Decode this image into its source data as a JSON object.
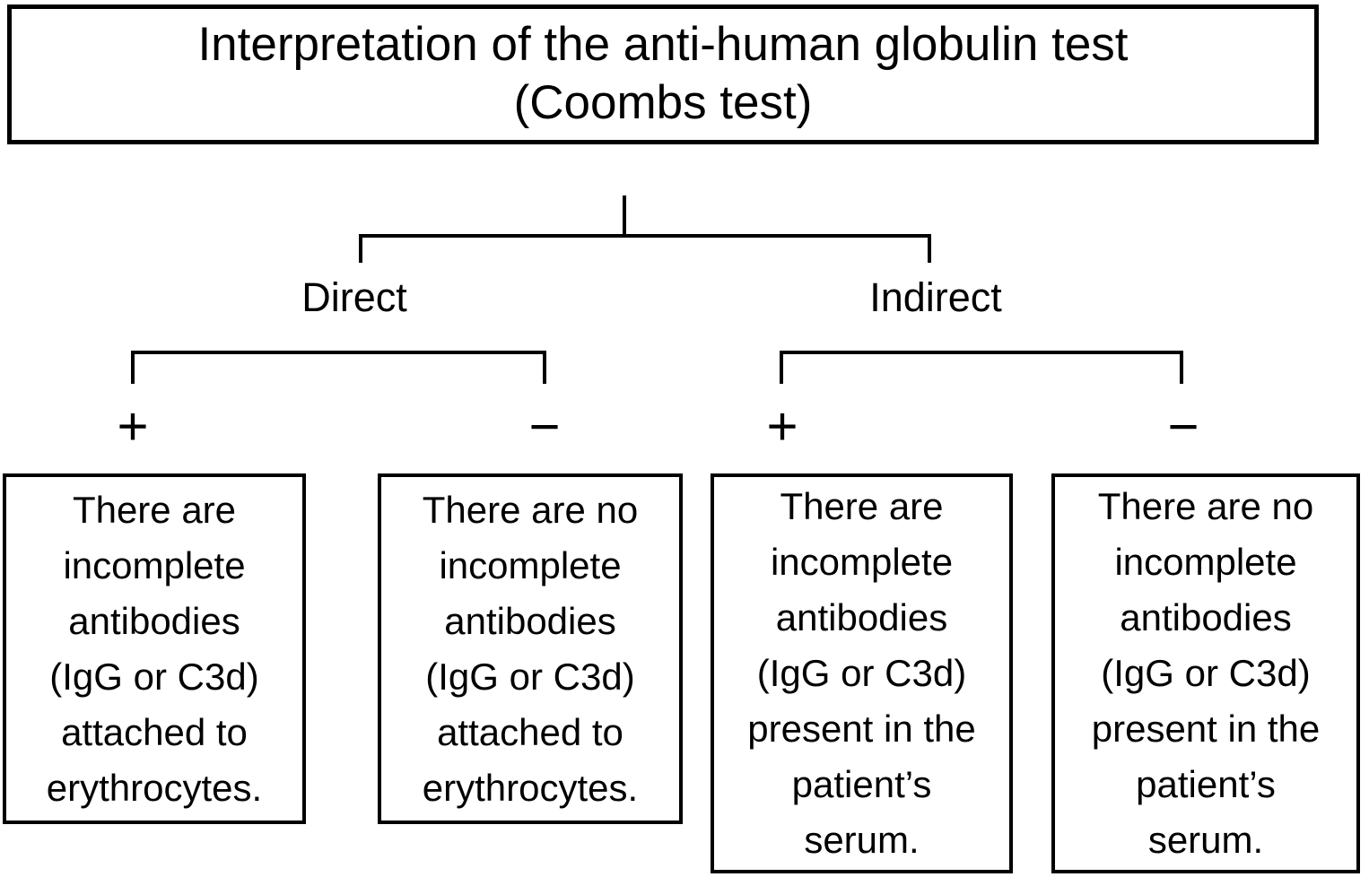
{
  "colors": {
    "line": "#000000",
    "text": "#000000",
    "background": "#ffffff"
  },
  "title_box": {
    "lines": [
      "Interpretation of the anti-human globulin test",
      "(Coombs test)"
    ]
  },
  "tree": {
    "branches": [
      {
        "label": "Direct",
        "outcomes": [
          {
            "sign": "+",
            "result_lines": [
              "There are",
              "incomplete",
              "antibodies",
              "(IgG or C3d)",
              "attached to",
              "erythrocytes."
            ]
          },
          {
            "sign": "−",
            "result_lines": [
              "There are no",
              "incomplete",
              "antibodies",
              "(IgG or C3d)",
              "attached to",
              "erythrocytes."
            ]
          }
        ]
      },
      {
        "label": "Indirect",
        "outcomes": [
          {
            "sign": "+",
            "result_lines": [
              "There are",
              "incomplete",
              "antibodies",
              "(IgG or C3d)",
              "present in the",
              "patient’s",
              "serum."
            ]
          },
          {
            "sign": "−",
            "result_lines": [
              "There are no",
              "incomplete",
              "antibodies",
              "(IgG or C3d)",
              "present in the",
              "patient’s",
              "serum."
            ]
          }
        ]
      }
    ]
  }
}
